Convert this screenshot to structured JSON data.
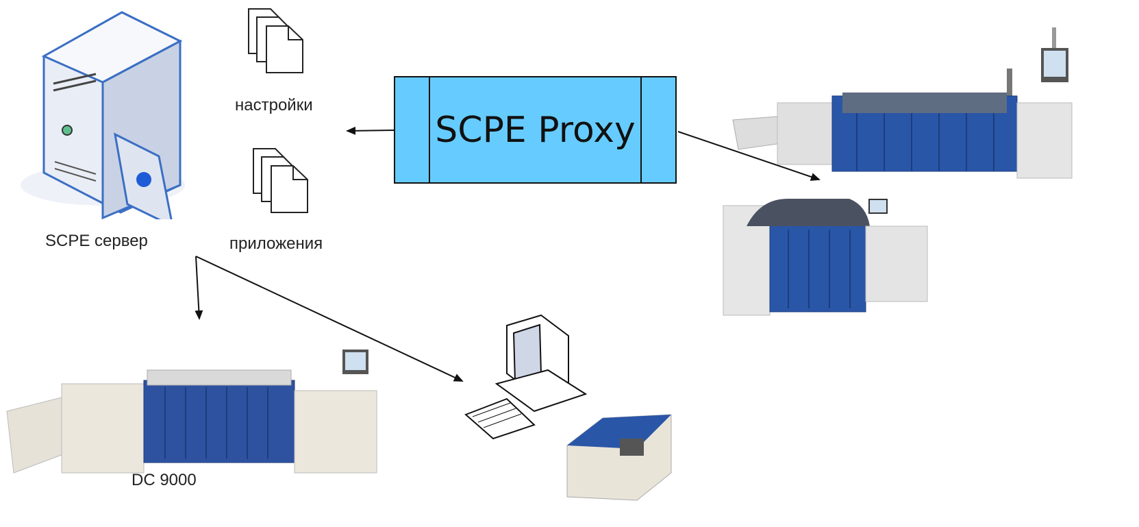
{
  "labels": {
    "server": "SCPE сервер",
    "settings": "настройки",
    "applications": "приложения",
    "proxy": "SCPE Proxy",
    "dc9000": "DC 9000"
  },
  "colors": {
    "proxy_fill": "#66ccff",
    "machine_blue": "#2a56a8",
    "server_outline": "#3b6fc4",
    "server_dot": "#1e5bd6"
  },
  "icons": [
    "server-icon",
    "documents-icon",
    "documents-icon",
    "mail-sorter-machine",
    "mail-sorter-machine",
    "mail-sorter-machine",
    "desktop-computer-icon",
    "desk-scanner-machine"
  ]
}
